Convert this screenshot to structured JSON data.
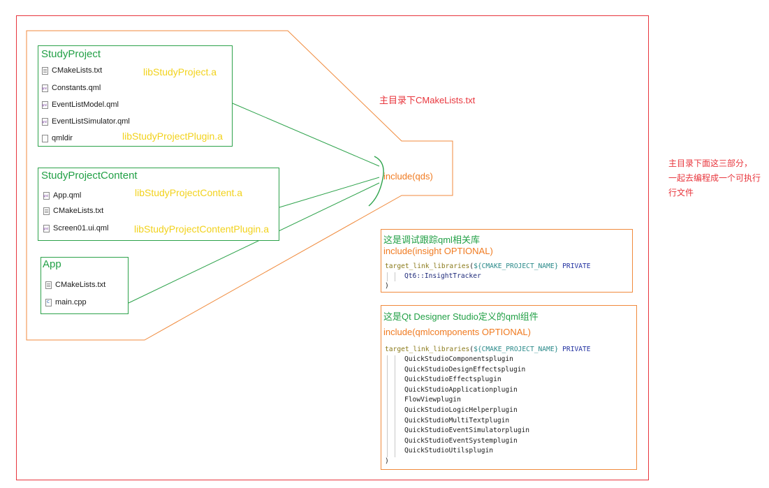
{
  "study_project": {
    "title": "StudyProject",
    "files": [
      {
        "name": "CMakeLists.txt",
        "icon": "text-file-icon"
      },
      {
        "name": "Constants.qml",
        "icon": "qml-file-icon"
      },
      {
        "name": "EventListModel.qml",
        "icon": "qml-file-icon"
      },
      {
        "name": "EventListSimulator.qml",
        "icon": "qml-file-icon"
      },
      {
        "name": "qmldir",
        "icon": "blank-file-icon"
      }
    ],
    "lib_label": "libStudyProject.a",
    "plugin_label": "libStudyProjectPlugin.a"
  },
  "study_project_content": {
    "title": "StudyProjectContent",
    "files": [
      {
        "name": "App.qml",
        "icon": "qml-file-icon"
      },
      {
        "name": "CMakeLists.txt",
        "icon": "text-file-icon"
      },
      {
        "name": "Screen01.ui.qml",
        "icon": "qml-file-icon"
      }
    ],
    "lib_label": "libStudyProjectContent.a",
    "plugin_label": "libStudyProjectContentPlugin.a"
  },
  "app": {
    "title": "App",
    "files": [
      {
        "name": "CMakeLists.txt",
        "icon": "text-file-icon"
      },
      {
        "name": "main.cpp",
        "icon": "cpp-file-icon"
      }
    ]
  },
  "main_cmake_label": "主目录下CMakeLists.txt",
  "include_qds": "include(qds)",
  "side_note_lines": [
    "主目录下面这三部分，",
    "一起去编程成一个可执行",
    "行文件"
  ],
  "insight_box": {
    "title": "这是调试跟踪qml相关库",
    "include": "include(insight OPTIONAL)",
    "code_fn": "target_link_libraries",
    "code_var": "${CMAKE_PROJECT_NAME}",
    "code_private": "PRIVATE",
    "libs": [
      "Qt6::InsightTracker"
    ],
    "close": ")"
  },
  "qmlcomponents_box": {
    "title": "这是Qt Designer Studio定义的qml组件",
    "include": "include(qmlcomponents OPTIONAL)",
    "code_fn": "target_link_libraries",
    "code_var": "${CMAKE_PROJECT_NAME}",
    "code_private": "PRIVATE",
    "libs": [
      "QuickStudioComponentsplugin",
      "QuickStudioDesignEffectsplugin",
      "QuickStudioEffectsplugin",
      "QuickStudioApplicationplugin",
      "FlowViewplugin",
      "QuickStudioLogicHelperplugin",
      "QuickStudioMultiTextplugin",
      "QuickStudioEventSimulatorplugin",
      "QuickStudioEventSystemplugin",
      "QuickStudioUtilsplugin"
    ],
    "close": ")"
  },
  "colors": {
    "frame": "#e8353c",
    "group": "#2ca24a",
    "orange": "#f08a3c",
    "yellow": "#f2d21c"
  }
}
